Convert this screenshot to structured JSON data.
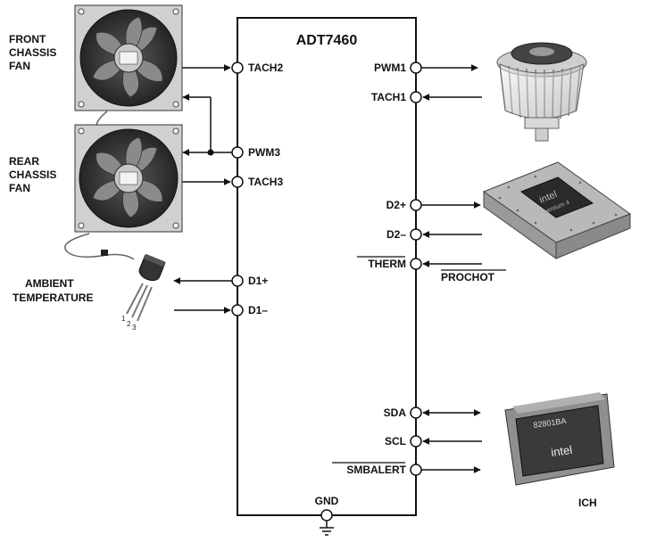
{
  "chip": {
    "name": "ADT7460",
    "ground_label": "GND"
  },
  "pins_left": [
    "TACH2",
    "PWM3",
    "TACH3",
    "D1+",
    "D1–"
  ],
  "pins_right": [
    "PWM1",
    "TACH1",
    "D2+",
    "D2–",
    "THERM",
    "SDA",
    "SCL",
    "SMBALERT"
  ],
  "signals": {
    "prochot": "PROCHOT"
  },
  "devices": {
    "front_fan": [
      "FRONT",
      "CHASSIS",
      "FAN"
    ],
    "rear_fan": [
      "REAR",
      "CHASSIS",
      "FAN"
    ],
    "ambient": [
      "AMBIENT",
      "TEMPERATURE"
    ],
    "ich": "ICH",
    "transistor_pins": [
      "1",
      "2",
      "3"
    ],
    "cpu_marking": [
      "intel",
      "pentium 4"
    ],
    "ich_marking": [
      "82801BA",
      "intel"
    ]
  },
  "icons": [
    "fan-icon",
    "heatsink-icon",
    "cpu-icon",
    "thermal-sensor-icon",
    "ich-chip-icon",
    "ground-icon"
  ]
}
